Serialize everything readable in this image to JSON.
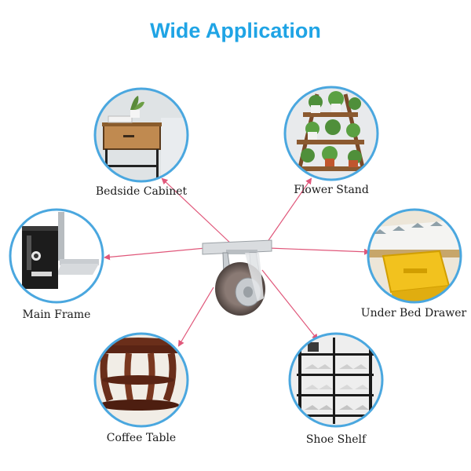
{
  "title": "Wide Application",
  "colors": {
    "title": "#1fa4e5",
    "ring": "#4aa7df",
    "arrow": "#e0577a"
  },
  "center_icon": "caster-wheel-icon",
  "applications": [
    {
      "label": "Bedside Cabinet",
      "icon": "bedside-cabinet-icon"
    },
    {
      "label": "Flower Stand",
      "icon": "flower-stand-icon"
    },
    {
      "label": "Main Frame",
      "icon": "computer-case-icon"
    },
    {
      "label": "Under Bed Drawer",
      "icon": "under-bed-drawer-icon"
    },
    {
      "label": "Coffee Table",
      "icon": "coffee-table-icon"
    },
    {
      "label": "Shoe Shelf",
      "icon": "shoe-shelf-icon"
    }
  ]
}
